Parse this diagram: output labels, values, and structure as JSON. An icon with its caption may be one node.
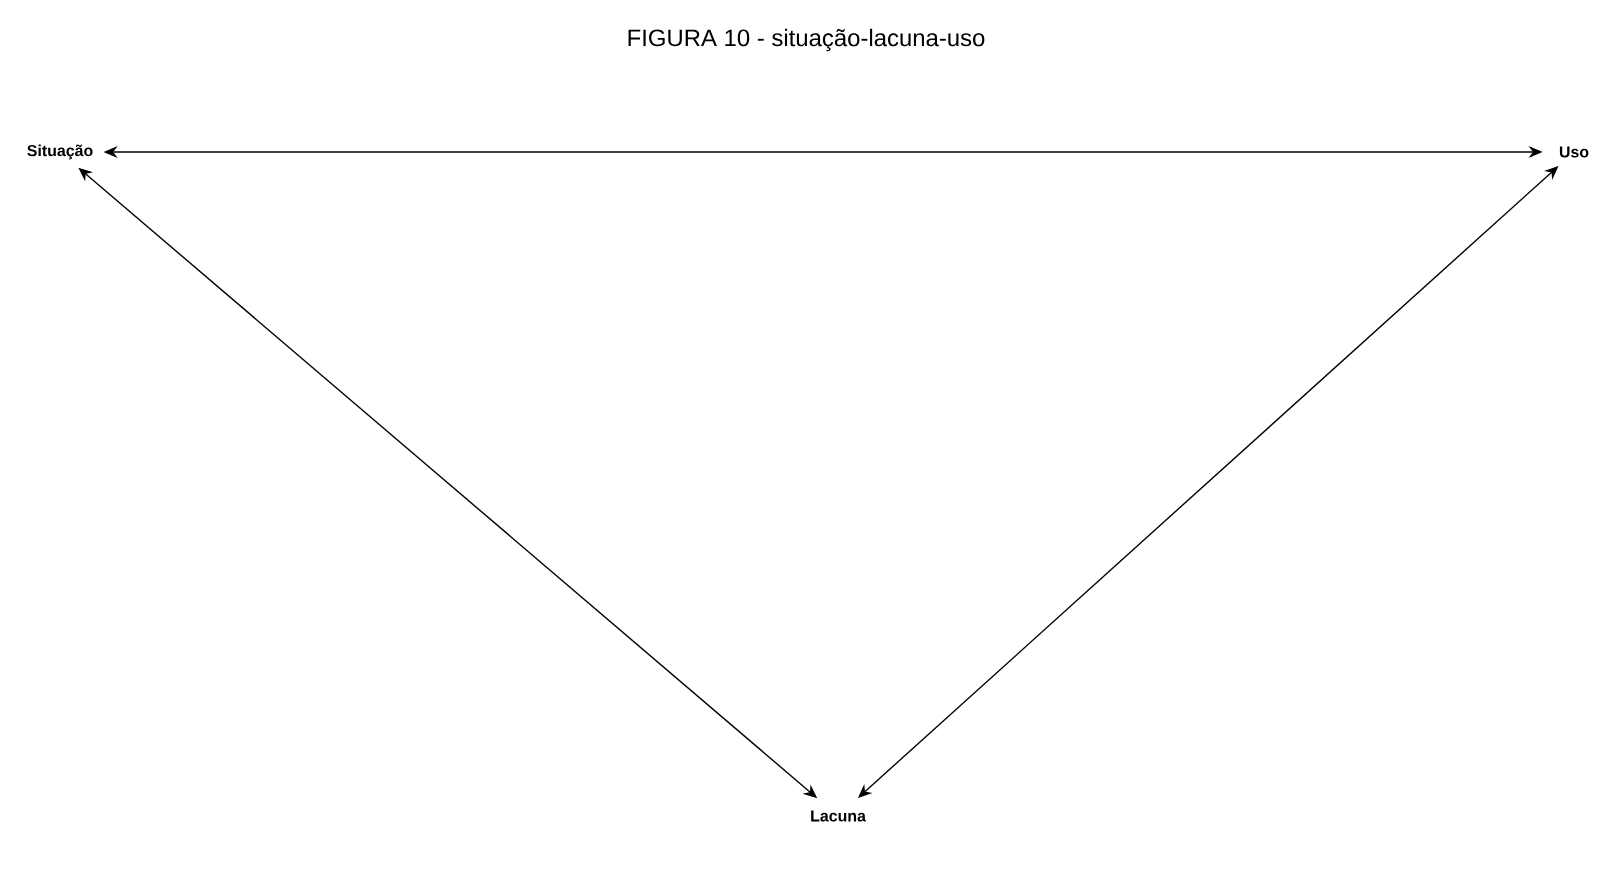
{
  "diagram": {
    "title": "FIGURA 10 - situação-lacuna-uso",
    "nodes": [
      {
        "text": [
          "Situação"
        ]
      },
      {
        "text": [
          "Uso"
        ]
      },
      {
        "text": [
          "Lacuna"
        ]
      }
    ],
    "edges": [
      {
        "from": 0,
        "to": 1,
        "arrow": "both"
      },
      {
        "from": 0,
        "to": 2,
        "arrow": "both"
      },
      {
        "from": 1,
        "to": 2,
        "arrow": "both"
      }
    ]
  }
}
